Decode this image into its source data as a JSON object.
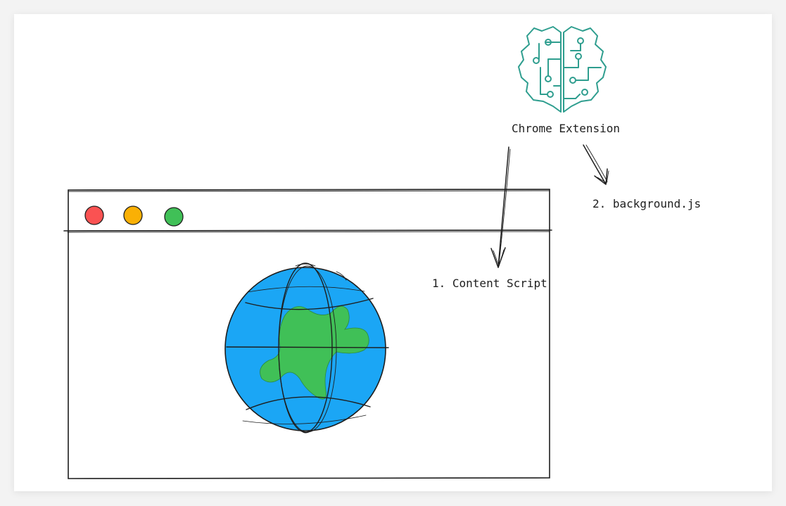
{
  "labels": {
    "extension": "Chrome Extension",
    "content_script": "1. Content Script",
    "background": "2. background.js"
  },
  "icons": {
    "extension_icon": "brain-circuit-icon",
    "page_icon": "globe-icon"
  },
  "colors": {
    "circuit": "#2f9e8f",
    "ocean": "#1ba6f5",
    "land": "#40c057",
    "dot_red": "#fa5252",
    "dot_yellow": "#fab005",
    "dot_green": "#40c057",
    "stroke": "#1e1e1e"
  }
}
